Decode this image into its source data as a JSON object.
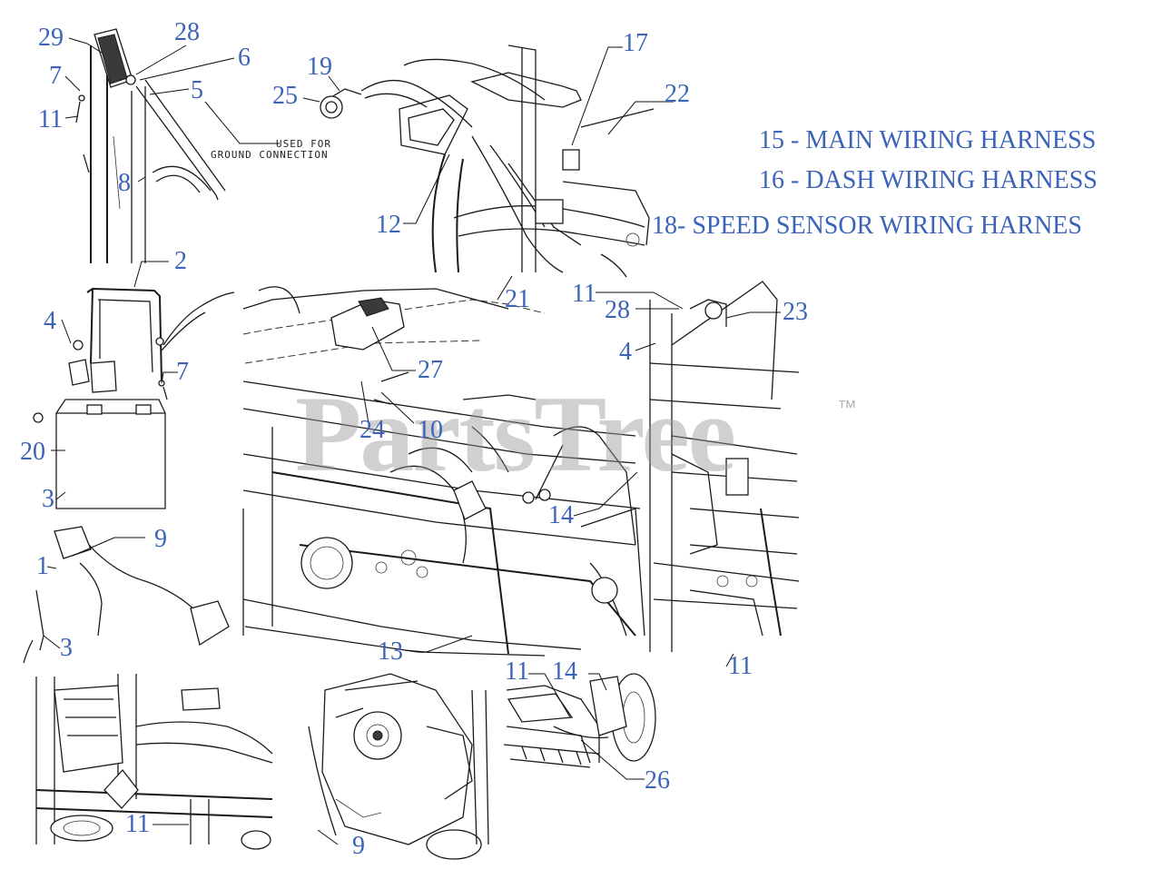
{
  "legend": [
    "15 - MAIN WIRING HARNESS",
    "16 - DASH WIRING HARNESS",
    "18- SPEED SENSOR WIRING HARNES"
  ],
  "note": [
    "USED FOR",
    "GROUND CONNECTION"
  ],
  "watermark": "PartsTree",
  "trademark": "™",
  "callouts": {
    "c29": "29",
    "c28a": "28",
    "c6": "6",
    "c7a": "7",
    "c5": "5",
    "c11a": "11",
    "c8": "8",
    "c19": "19",
    "c25": "25",
    "c17": "17",
    "c22": "22",
    "c12": "12",
    "c21": "21",
    "c2": "2",
    "c4a": "4",
    "c7b": "7",
    "c20": "20",
    "c3a": "3",
    "c9a": "9",
    "c1": "1",
    "c3b": "3",
    "c27": "27",
    "c24": "24",
    "c10": "10",
    "c14a": "14",
    "c13": "13",
    "c11b": "11",
    "c28b": "28",
    "c23": "23",
    "c4b": "4",
    "c11c": "11",
    "c11d": "11",
    "c9b": "9",
    "c11e": "11",
    "c14b": "14",
    "c26": "26"
  }
}
